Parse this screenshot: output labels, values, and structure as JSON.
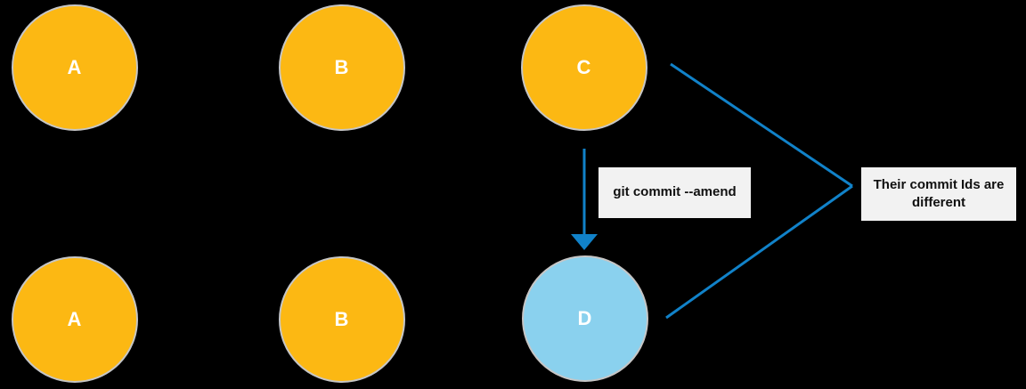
{
  "diagram": {
    "description": "git commit --amend diagram",
    "rows": [
      {
        "name": "history-before-amend",
        "nodes": [
          {
            "id": "commit-a-before",
            "label": "A",
            "fill": "#fcb813"
          },
          {
            "id": "commit-b-before",
            "label": "B",
            "fill": "#fcb813"
          },
          {
            "id": "commit-c-before",
            "label": "C",
            "fill": "#fcb813"
          }
        ]
      },
      {
        "name": "history-after-amend",
        "nodes": [
          {
            "id": "commit-a-after",
            "label": "A",
            "fill": "#fcb813"
          },
          {
            "id": "commit-b-after",
            "label": "B",
            "fill": "#fcb813"
          },
          {
            "id": "commit-d-after",
            "label": "D",
            "fill": "#8ad1ee"
          }
        ]
      }
    ],
    "labels": {
      "amend_command": "git commit --amend",
      "note": "Their commit Ids are different"
    },
    "colors": {
      "background": "#000000",
      "commit_yellow": "#fcb813",
      "commit_blue": "#8ad1ee",
      "connector_blue": "#1182c9",
      "node_border": "#c6c6c6",
      "node_text": "#ffffff",
      "label_background": "#f2f2f2",
      "label_text": "#111111"
    }
  }
}
